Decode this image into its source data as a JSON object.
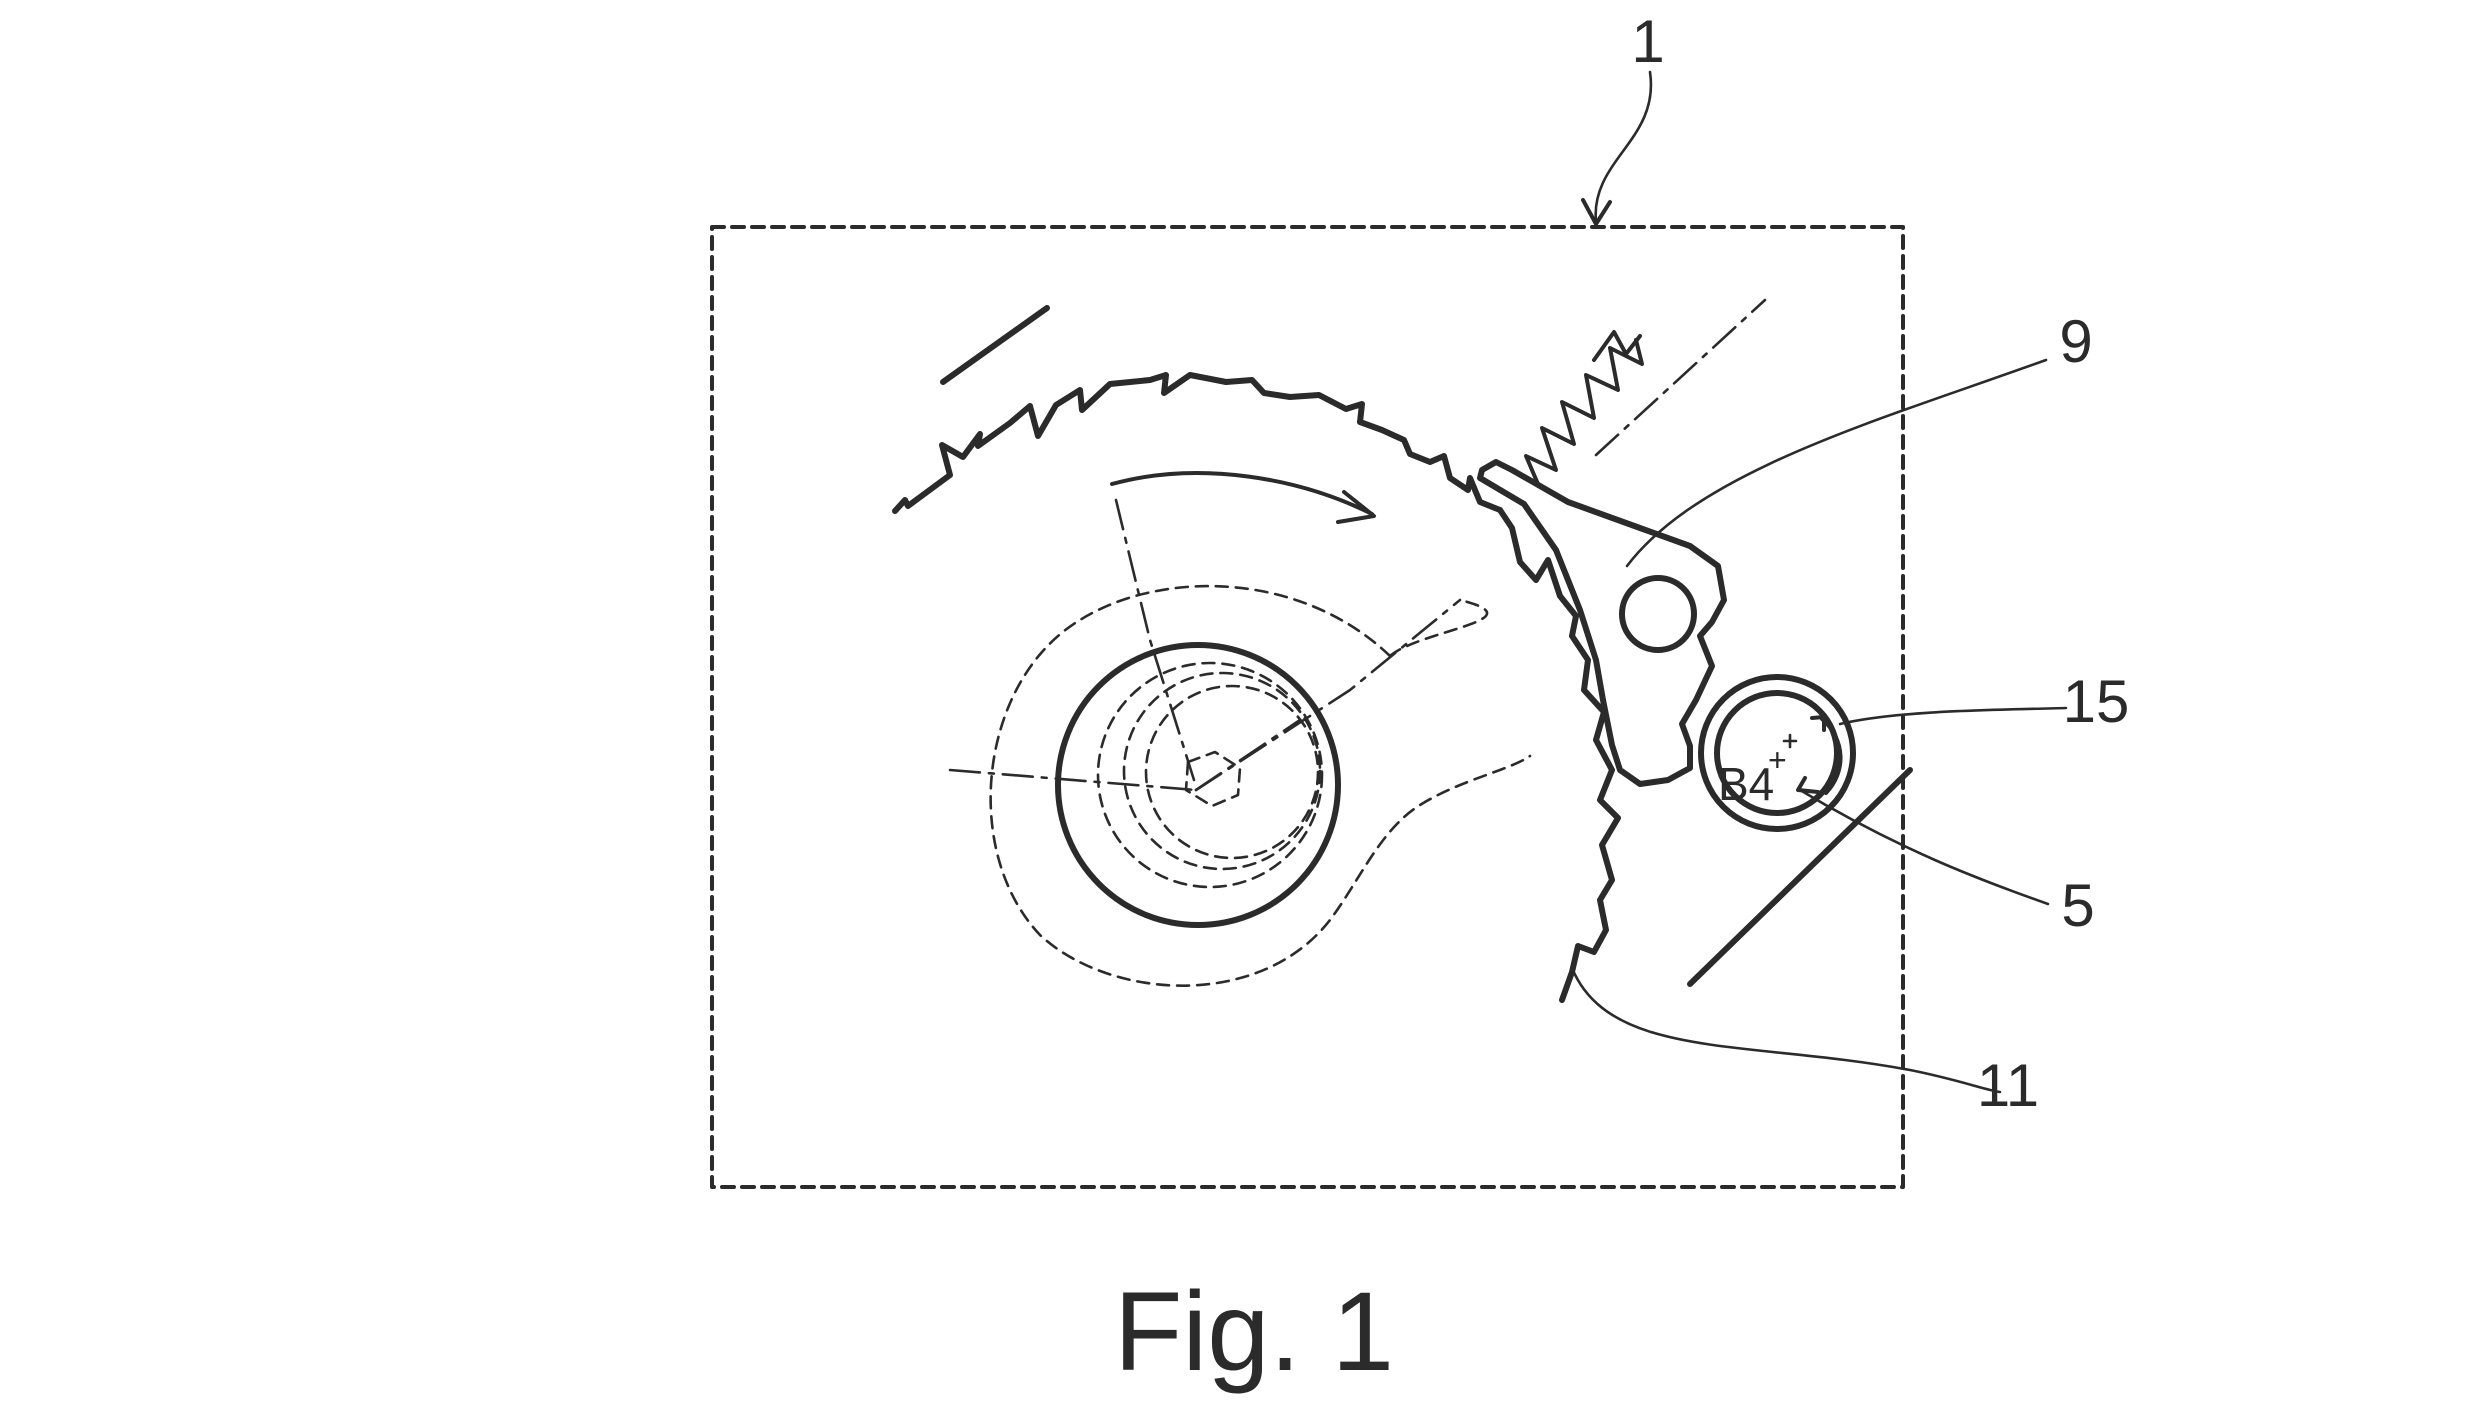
{
  "figure": {
    "caption": "Fig. 1",
    "labels": {
      "device": "1",
      "pawl": "9",
      "ring": "15",
      "pin": "5",
      "ratchet": "11",
      "inner": "B4",
      "plus": "+"
    }
  }
}
